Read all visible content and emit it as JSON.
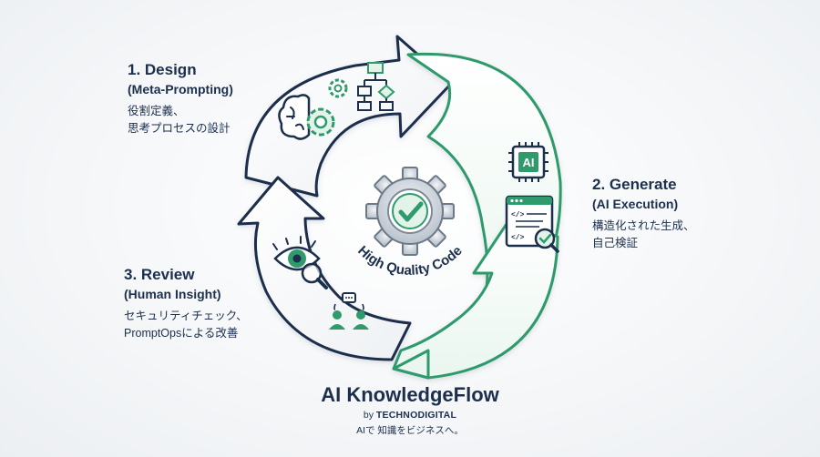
{
  "steps": [
    {
      "title": "1. Design",
      "subtitle": "(Meta-Prompting)",
      "desc_lines": [
        "役割定義、",
        "思考プロセスの設計"
      ]
    },
    {
      "title": "2. Generate",
      "subtitle": "(AI Execution)",
      "desc_lines": [
        "構造化された生成、",
        "自己検証"
      ]
    },
    {
      "title": "3. Review",
      "subtitle": "(Human Insight)",
      "desc_lines": [
        "セキュリティチェック、",
        "PromptOpsによる改善"
      ]
    }
  ],
  "center": {
    "label": "High Quality Code"
  },
  "icons": {
    "chip_label": "AI",
    "code_tag": "</>"
  },
  "brand": {
    "name": "AI KnowledgeFlow",
    "by_prefix": "by",
    "company": "TECHNODIGITAL",
    "tagline": "AIで 知識をビジネスへ。"
  },
  "colors": {
    "navy": "#1c2f4c",
    "green": "#2f9a6c",
    "light_green": "#e3f3ea"
  }
}
